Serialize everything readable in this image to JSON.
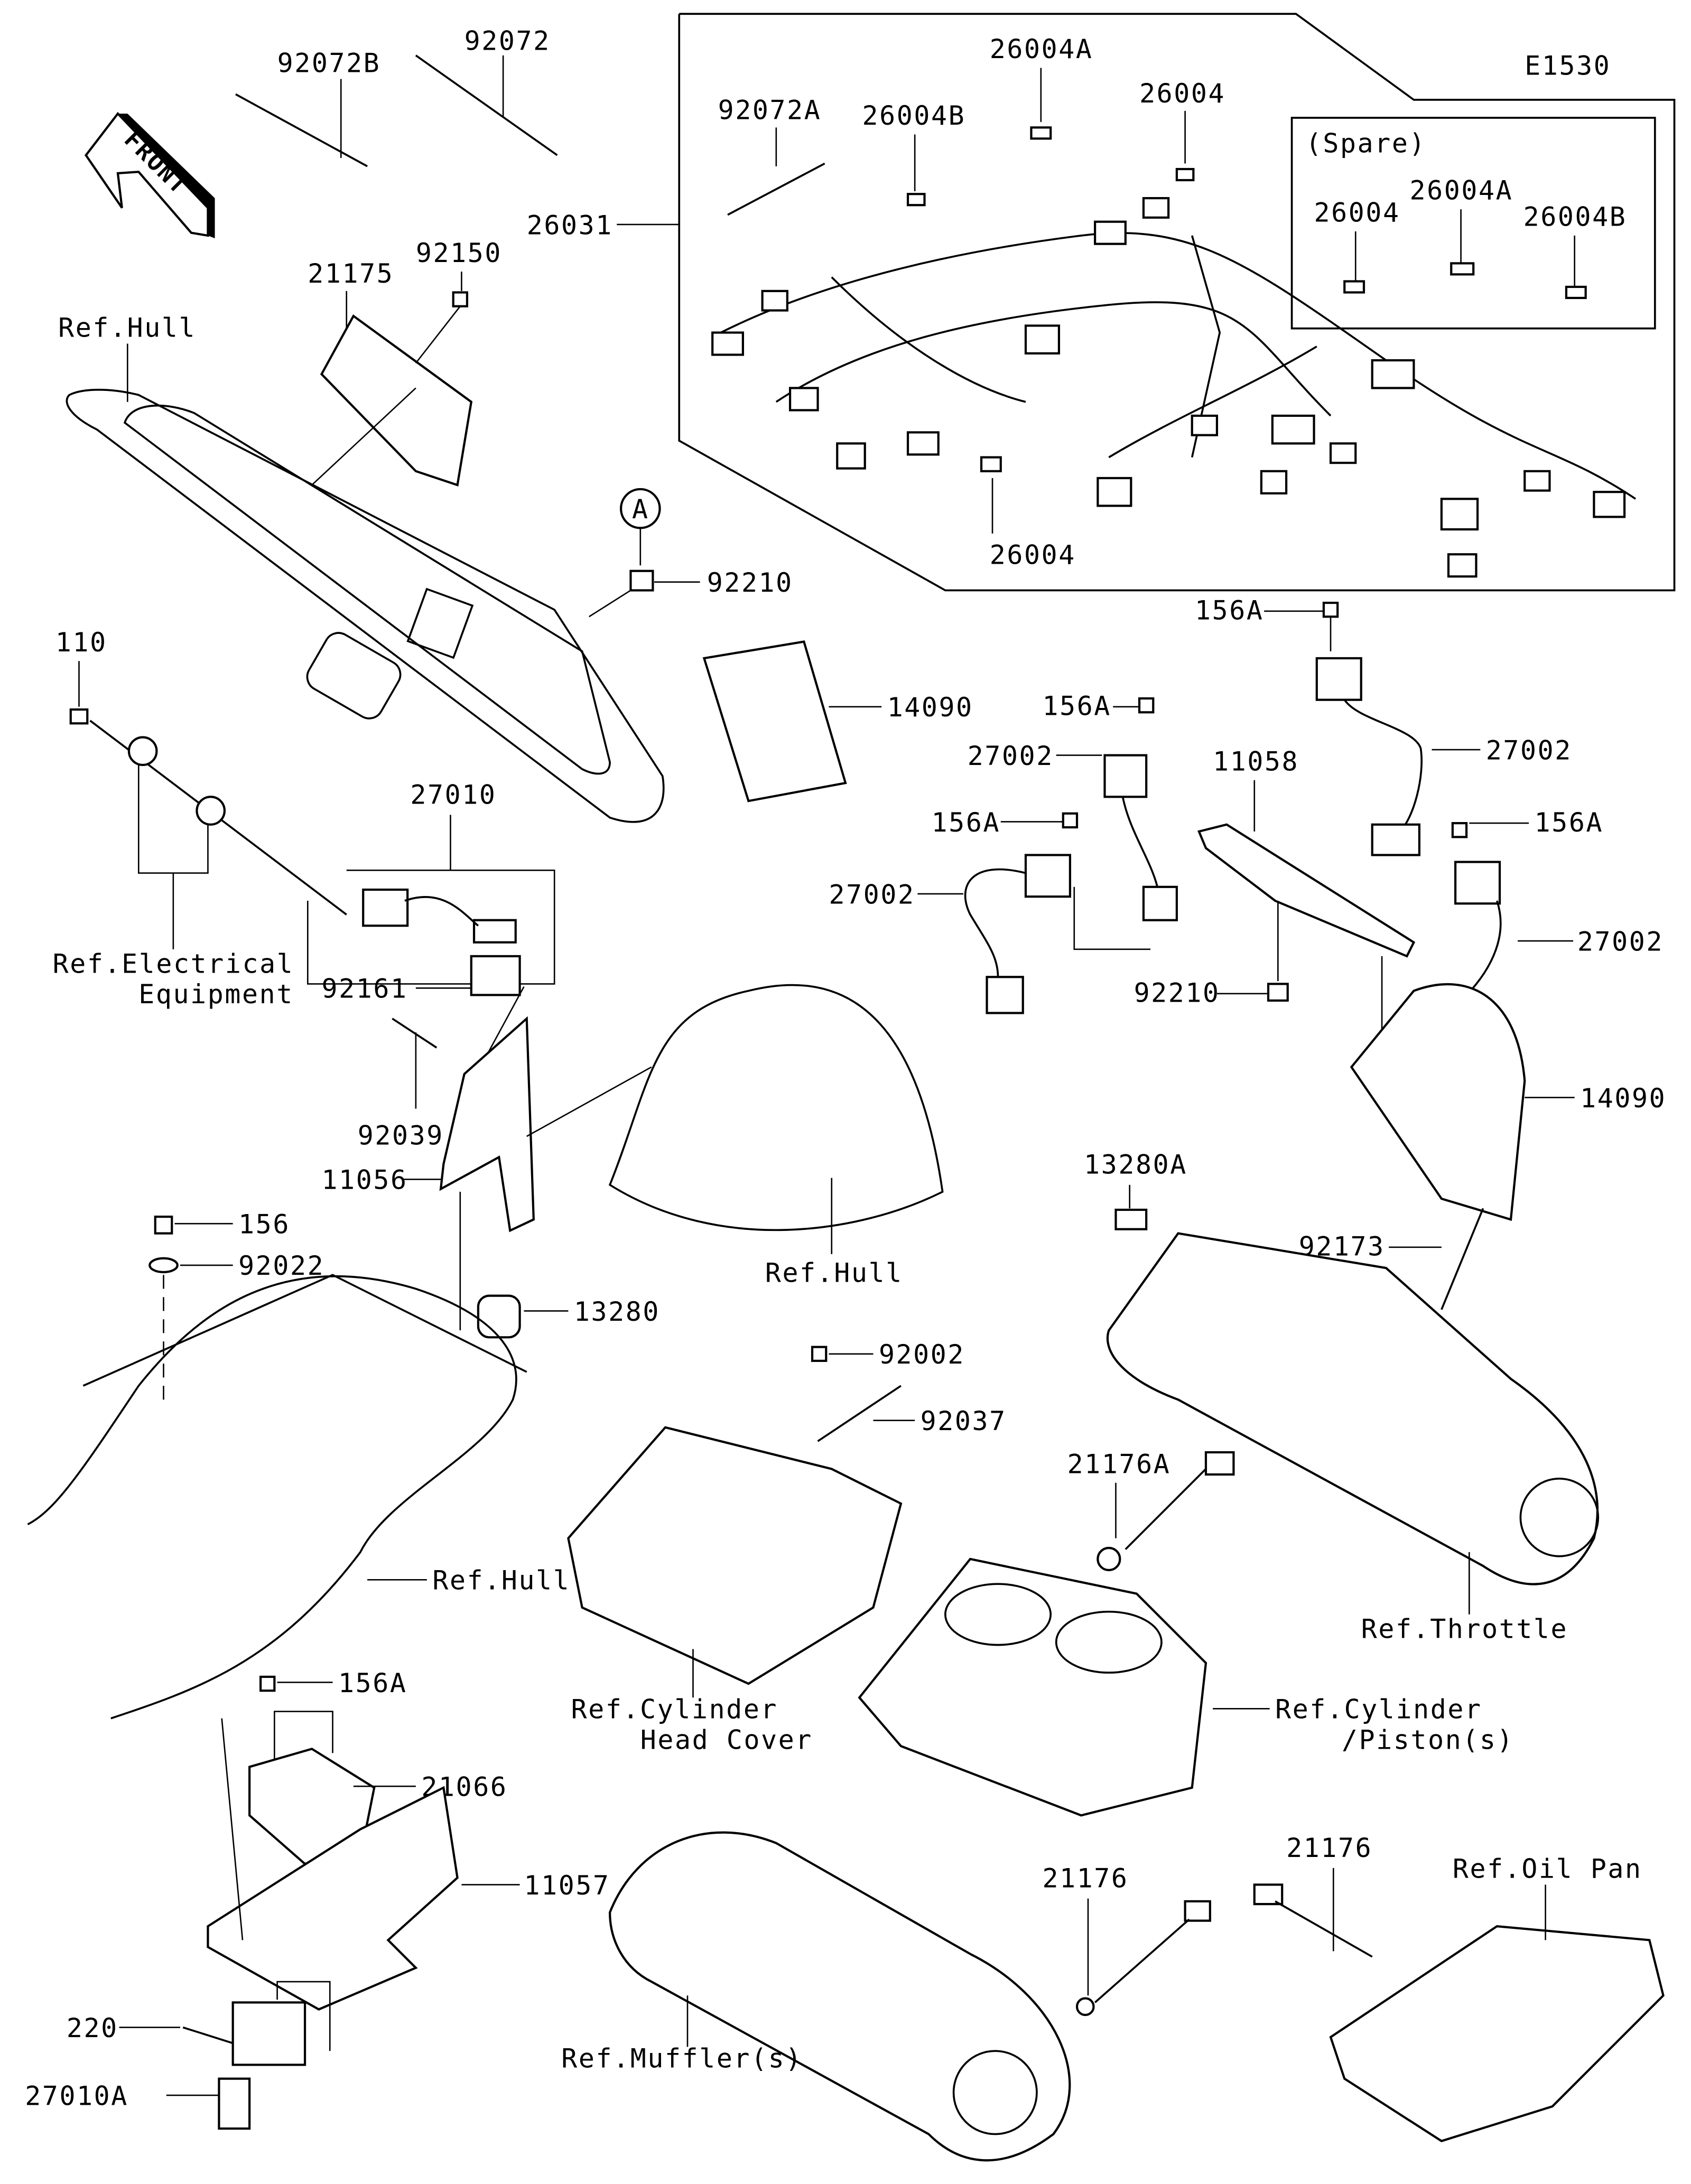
{
  "diagram": {
    "code": "E1530",
    "front_label": "FRONT",
    "spare_title": "(Spare)",
    "callout_a": "A",
    "labels": {
      "p92072B": "92072B",
      "p92072": "92072",
      "p92072A": "92072A",
      "p26004A_top": "26004A",
      "p26004B_top": "26004B",
      "p26004_top": "26004",
      "p26004_bottom": "26004",
      "p26031": "26031",
      "spare_26004": "26004",
      "spare_26004A": "26004A",
      "spare_26004B": "26004B",
      "p21175": "21175",
      "p92150": "92150",
      "ref_hull_1": "Ref.Hull",
      "p92210_top": "92210",
      "p110": "110",
      "p14090_top": "14090",
      "p156A_1": "156A",
      "p156A_2": "156A",
      "p156A_3": "156A",
      "p156A_4": "156A",
      "p27002_1": "27002",
      "p27002_2": "27002",
      "p27002_3": "27002",
      "p27002_4": "27002",
      "p11058": "11058",
      "p92210_bottom": "92210",
      "p27010": "27010",
      "ref_electrical_1": "Ref.Electrical",
      "ref_electrical_2": "Equipment",
      "p92161": "92161",
      "p92039": "92039",
      "p11056": "11056",
      "p14090_bottom": "14090",
      "p13280A": "13280A",
      "p92173": "92173",
      "p156": "156",
      "p92022": "92022",
      "p13280": "13280",
      "ref_hull_2": "Ref.Hull",
      "p92002": "92002",
      "p92037": "92037",
      "p21176A": "21176A",
      "ref_hull_3": "Ref.Hull",
      "ref_throttle": "Ref.Throttle",
      "ref_cyl_head_1": "Ref.Cylinder",
      "ref_cyl_head_2": "Head Cover",
      "ref_cyl_piston_1": "Ref.Cylinder",
      "ref_cyl_piston_2": "/Piston(s)",
      "p156A_5": "156A",
      "p21066": "21066",
      "p11057": "11057",
      "p21176_1": "21176",
      "p21176_2": "21176",
      "ref_oil_pan": "Ref.Oil Pan",
      "p220": "220",
      "p27010A": "27010A",
      "ref_muffler": "Ref.Muffler(s)"
    }
  }
}
